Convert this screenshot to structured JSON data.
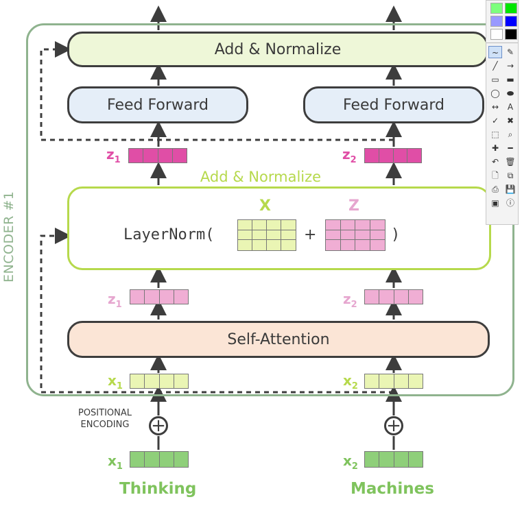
{
  "encoder_label": "ENCODER #1",
  "add_normalize_top": "Add & Normalize",
  "feed_forward": [
    "Feed Forward",
    "Feed Forward"
  ],
  "z_upper": [
    {
      "base": "z",
      "sub": "1"
    },
    {
      "base": "z",
      "sub": "2"
    }
  ],
  "layernorm": {
    "caption": "Add & Normalize",
    "text": "LayerNorm(",
    "plus": "+",
    "close": ")",
    "x_label": "X",
    "z_label": "Z"
  },
  "z_lower": [
    {
      "base": "z",
      "sub": "1"
    },
    {
      "base": "z",
      "sub": "2"
    }
  ],
  "self_attention": "Self-Attention",
  "x_mid": [
    {
      "base": "x",
      "sub": "1"
    },
    {
      "base": "x",
      "sub": "2"
    }
  ],
  "positional_encoding": [
    "POSITIONAL",
    "ENCODING"
  ],
  "positional_plus": [
    "+",
    "+"
  ],
  "x_bottom": [
    {
      "base": "x",
      "sub": "1"
    },
    {
      "base": "x",
      "sub": "2"
    }
  ],
  "words": [
    "Thinking",
    "Machines"
  ],
  "toolbar": {
    "swatches": [
      "#7dff7d",
      "#00e600",
      "#9999ff",
      "#0000ff",
      "#ffffff",
      "#000000"
    ],
    "tools": [
      "~",
      "✎",
      "╱",
      "→",
      "▭",
      "▬",
      "◯",
      "⬬",
      "↔",
      "A",
      "✓",
      "✖",
      "⬚",
      "⌕",
      "✚",
      "━",
      "↶",
      "🗑",
      "🗋",
      "⧉",
      "⎙",
      "💾",
      "▣",
      "ⓘ"
    ]
  },
  "colors": {
    "frame": "#8fb38e",
    "z_vector_upper": "#e04ea6",
    "z_vector_lower": "#f0aed4",
    "x_vector_mid": "#eaf5b4",
    "x_vector_bottom": "#8fcf7a",
    "green_label": "#b6d94c",
    "pink_label": "#e6a6cf",
    "word": "#7fc35d"
  }
}
